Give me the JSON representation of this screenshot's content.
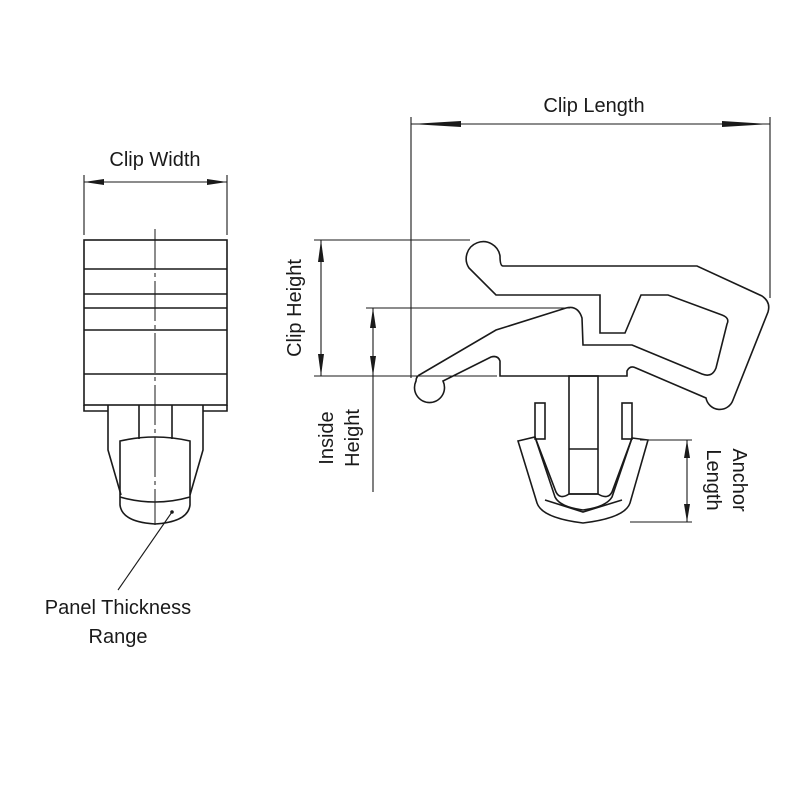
{
  "labels": {
    "clip_width": "Clip Width",
    "clip_length": "Clip Length",
    "clip_height": "Clip Height",
    "inside_height_line1": "Inside",
    "inside_height_line2": "Height",
    "anchor_length_line1": "Anchor",
    "anchor_length_line2": "Length",
    "panel_thickness_line1": "Panel Thickness",
    "panel_thickness_line2": "Range"
  },
  "colors": {
    "line": "#1a1a1a",
    "background": "#ffffff"
  }
}
